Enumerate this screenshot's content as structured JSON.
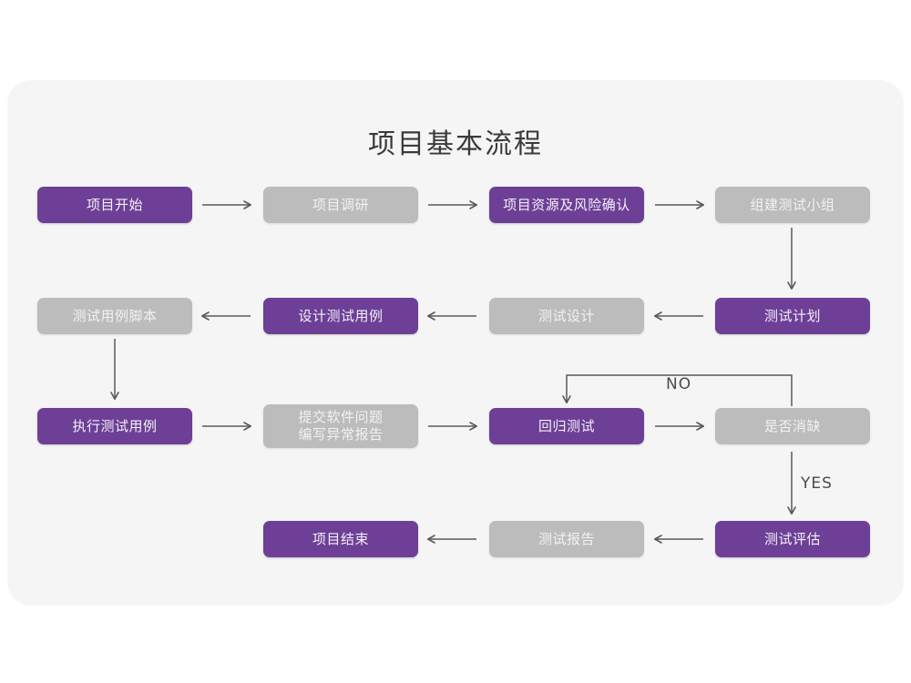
{
  "diagram": {
    "title": "项目基本流程",
    "colors": {
      "panel_background": "#f5f5f5",
      "page_background": "#ffffff",
      "accent_purple": "#6d3f96",
      "muted_gray": "#bcbcbc",
      "node_text": "#f2f2f2",
      "connector": "#595959",
      "title_text": "#3a3a3a"
    },
    "nodes": [
      {
        "id": "n1",
        "label": "项目开始",
        "style": "purple",
        "row": 1,
        "col": 1
      },
      {
        "id": "n2",
        "label": "项目调研",
        "style": "gray",
        "row": 1,
        "col": 2
      },
      {
        "id": "n3",
        "label": "项目资源及风险确认",
        "style": "purple",
        "row": 1,
        "col": 3
      },
      {
        "id": "n4",
        "label": "组建测试小组",
        "style": "gray",
        "row": 1,
        "col": 4
      },
      {
        "id": "n5",
        "label": "测试用例脚本",
        "style": "gray",
        "row": 2,
        "col": 1
      },
      {
        "id": "n6",
        "label": "设计测试用例",
        "style": "purple",
        "row": 2,
        "col": 2
      },
      {
        "id": "n7",
        "label": "测试设计",
        "style": "gray",
        "row": 2,
        "col": 3
      },
      {
        "id": "n8",
        "label": "测试计划",
        "style": "purple",
        "row": 2,
        "col": 4
      },
      {
        "id": "n9",
        "label": "执行测试用例",
        "style": "purple",
        "row": 3,
        "col": 1
      },
      {
        "id": "n10",
        "label": "提交软件问题\n编写异常报告",
        "style": "gray",
        "row": 3,
        "col": 2
      },
      {
        "id": "n11",
        "label": "回归测试",
        "style": "purple",
        "row": 3,
        "col": 3
      },
      {
        "id": "n12",
        "label": "是否消缺",
        "style": "gray",
        "row": 3,
        "col": 4
      },
      {
        "id": "n13",
        "label": "项目结束",
        "style": "purple",
        "row": 4,
        "col": 2
      },
      {
        "id": "n14",
        "label": "测试报告",
        "style": "gray",
        "row": 4,
        "col": 3
      },
      {
        "id": "n15",
        "label": "测试评估",
        "style": "purple",
        "row": 4,
        "col": 4
      }
    ],
    "edge_labels": {
      "no": "NO",
      "yes": "YES"
    },
    "edges": [
      {
        "from": "n1",
        "to": "n2",
        "direction": "right"
      },
      {
        "from": "n2",
        "to": "n3",
        "direction": "right"
      },
      {
        "from": "n3",
        "to": "n4",
        "direction": "right"
      },
      {
        "from": "n4",
        "to": "n8",
        "direction": "down"
      },
      {
        "from": "n8",
        "to": "n7",
        "direction": "left"
      },
      {
        "from": "n7",
        "to": "n6",
        "direction": "left"
      },
      {
        "from": "n6",
        "to": "n5",
        "direction": "left"
      },
      {
        "from": "n5",
        "to": "n9",
        "direction": "down"
      },
      {
        "from": "n9",
        "to": "n10",
        "direction": "right"
      },
      {
        "from": "n10",
        "to": "n11",
        "direction": "right"
      },
      {
        "from": "n11",
        "to": "n12",
        "direction": "right"
      },
      {
        "from": "n12",
        "to": "n11",
        "direction": "loop-up-left",
        "label": "NO"
      },
      {
        "from": "n12",
        "to": "n15",
        "direction": "down",
        "label": "YES"
      },
      {
        "from": "n15",
        "to": "n14",
        "direction": "left"
      },
      {
        "from": "n14",
        "to": "n13",
        "direction": "left"
      }
    ]
  }
}
